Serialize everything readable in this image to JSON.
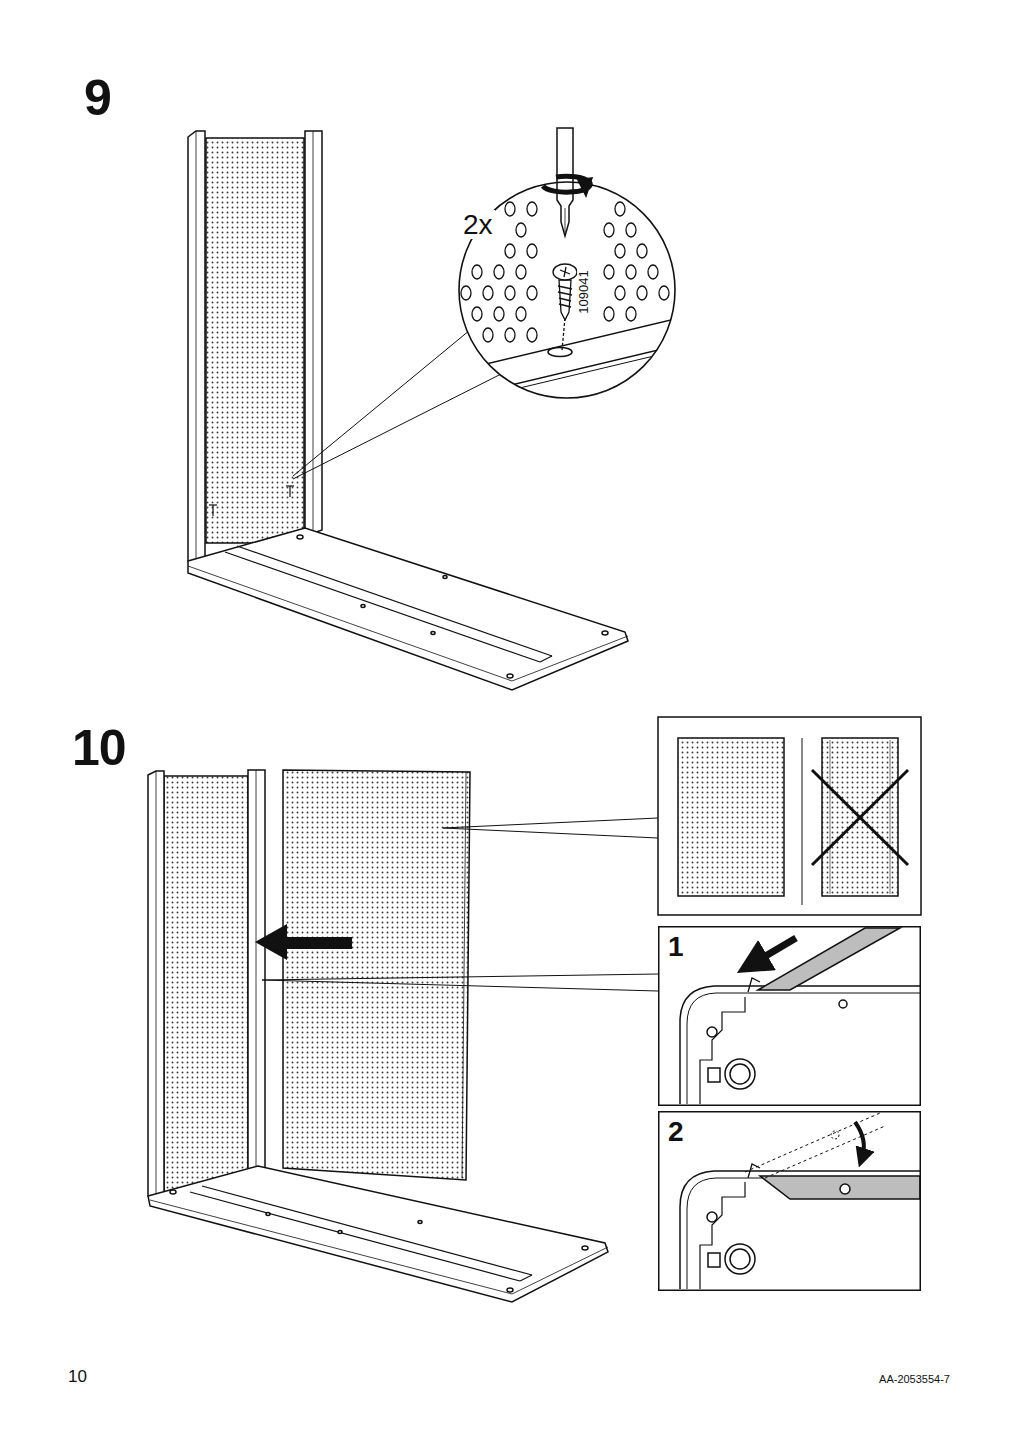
{
  "diagram": {
    "nodes": [
      {
        "text": [
          "2x",
          "109041"
        ]
      },
      {
        "text": [
          "1"
        ]
      },
      {
        "text": [
          "2"
        ]
      }
    ],
    "labels": [
      "9",
      "10",
      "10",
      "AA-2053554-7"
    ]
  }
}
